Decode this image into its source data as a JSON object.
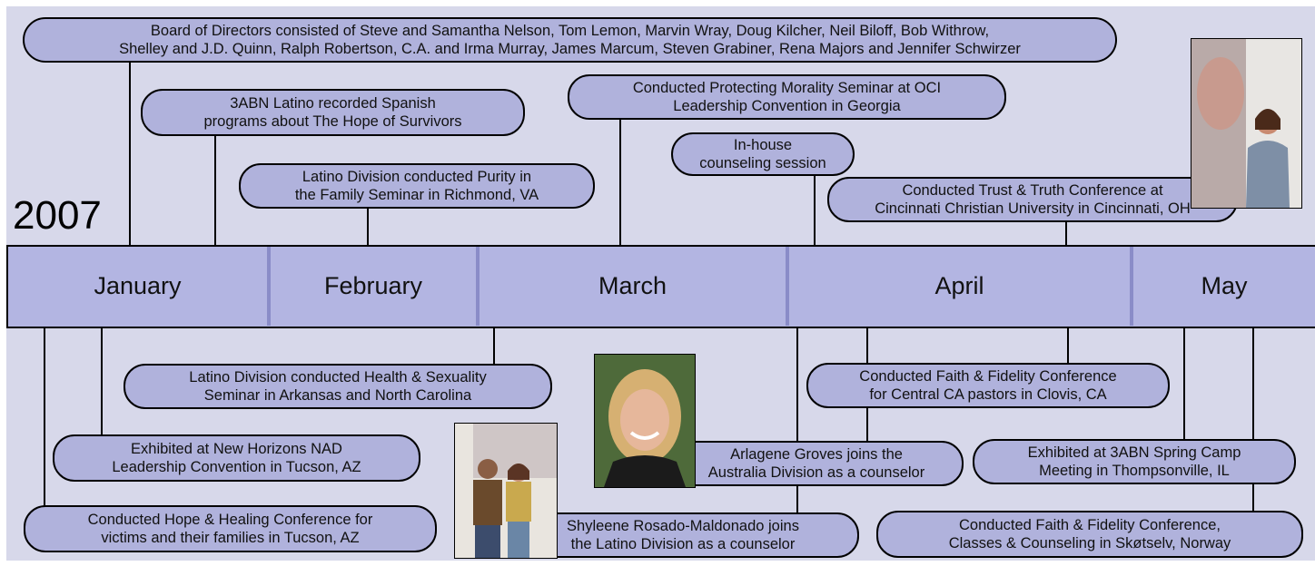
{
  "year": "2007",
  "months": [
    "January",
    "February",
    "March",
    "April",
    "May"
  ],
  "events_above": [
    {
      "lines": [
        "Board of Directors consisted of Steve and Samantha Nelson, Tom Lemon, Marvin Wray, Doug Kilcher, Neil Biloff, Bob Withrow,",
        "Shelley and J.D. Quinn, Ralph Robertson, C.A. and Irma Murray, James Marcum, Steven Grabiner, Rena Majors and Jennifer Schwirzer"
      ]
    },
    {
      "lines": [
        "3ABN Latino recorded Spanish",
        "programs about The Hope of Survivors"
      ]
    },
    {
      "lines": [
        "Latino Division conducted Purity in",
        "the Family Seminar in Richmond, VA"
      ]
    },
    {
      "lines": [
        "Conducted Protecting Morality Seminar at OCI",
        "Leadership Convention in Georgia"
      ]
    },
    {
      "lines": [
        "In-house",
        "counseling session"
      ]
    },
    {
      "lines": [
        "Conducted Trust & Truth Conference at",
        "Cincinnati Christian University in Cincinnati, OH"
      ]
    }
  ],
  "events_below": [
    {
      "lines": [
        "Latino Division conducted Health & Sexuality",
        "Seminar in Arkansas and North Carolina"
      ]
    },
    {
      "lines": [
        "Exhibited at New Horizons NAD",
        "Leadership Convention in Tucson, AZ"
      ]
    },
    {
      "lines": [
        "Conducted Hope & Healing Conference for",
        "victims and their families in Tucson, AZ"
      ]
    },
    {
      "lines": [
        "Shyleene Rosado-Maldonado joins",
        "the Latino Division as a counselor"
      ]
    },
    {
      "lines": [
        "Arlagene Groves joins the",
        "Australia Division as a counselor"
      ]
    },
    {
      "lines": [
        "Conducted Faith & Fidelity Conference",
        "for Central CA pastors in Clovis, CA"
      ]
    },
    {
      "lines": [
        "Exhibited at 3ABN Spring Camp",
        "Meeting in Thompsonville, IL"
      ]
    },
    {
      "lines": [
        "Conducted Faith & Fidelity Conference,",
        "Classes & Counseling in Skøtselv, Norway"
      ]
    }
  ],
  "colors": {
    "background": "#d7d8ea",
    "pill": "#b0b2dc",
    "bar": "#b3b5e2",
    "divider": "#8a8cc8"
  }
}
